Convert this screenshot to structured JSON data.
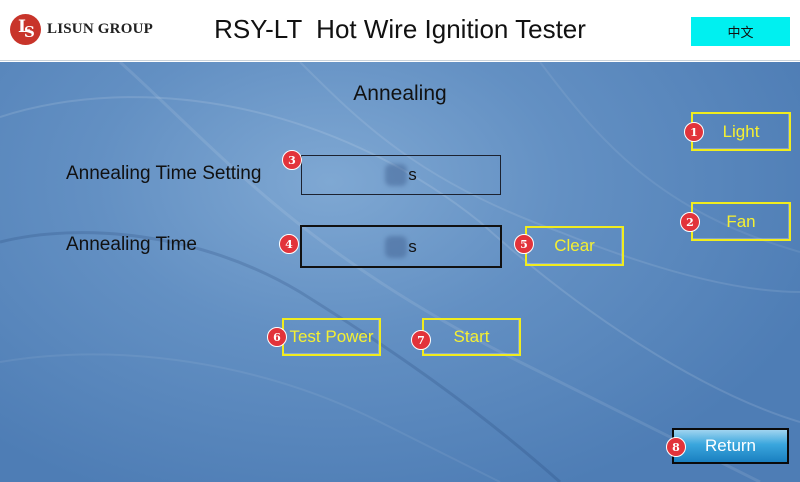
{
  "header": {
    "logo_text": "LISUN GROUP",
    "title": "RSY-LT  Hot Wire Ignition Tester",
    "language_button": "中文"
  },
  "main": {
    "section_title": "Annealing",
    "annealing_time_setting_label": "Annealing Time Setting",
    "annealing_time_label": "Annealing Time",
    "annealing_time_setting_unit": "s",
    "annealing_time_unit": "s"
  },
  "buttons": {
    "light": "Light",
    "fan": "Fan",
    "clear": "Clear",
    "test_power": "Test Power",
    "start": "Start",
    "return": "Return"
  },
  "badges": [
    "1",
    "2",
    "3",
    "4",
    "5",
    "6",
    "7",
    "8"
  ],
  "colors": {
    "language_button_bg": "#00f0f0",
    "button_border": "#f0ec1e",
    "button_text": "#f5f032",
    "badge": "#e2333b",
    "background": "#6390c3"
  }
}
